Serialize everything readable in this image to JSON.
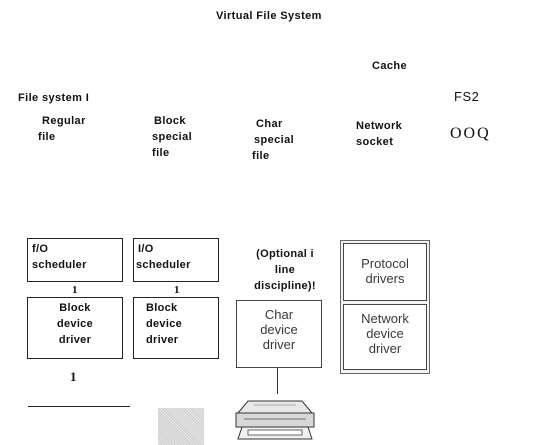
{
  "header": {
    "title": "Virtual File System",
    "cache": "Cache",
    "fs1": "File system I",
    "fs2": "FS2",
    "ooq": "OOQ"
  },
  "columns": {
    "regular_file": [
      "Regular",
      "file"
    ],
    "block_special_file": [
      "Block",
      "special",
      "file"
    ],
    "char_special_file": [
      "Char",
      "special",
      "file"
    ],
    "network_socket": [
      "Network",
      "socket"
    ]
  },
  "boxes": {
    "scheduler_1": [
      "f/O",
      "scheduler"
    ],
    "scheduler_2": [
      "I/O",
      "scheduler"
    ],
    "block_driver_1": [
      "Block",
      "device",
      "driver"
    ],
    "block_driver_2": [
      "Block",
      "device",
      "driver"
    ],
    "line_discipline": [
      "(Optional i",
      "line",
      "discipline)!"
    ],
    "char_driver": [
      "Char",
      "device",
      "driver"
    ],
    "protocol_drivers": [
      "Protocol",
      "drivers"
    ],
    "network_driver": [
      "Network",
      "device",
      "driver"
    ]
  },
  "connectors": {
    "one_a": "1",
    "one_b": "1",
    "one_c": "1"
  },
  "icons": {
    "printer": "printer-icon"
  }
}
